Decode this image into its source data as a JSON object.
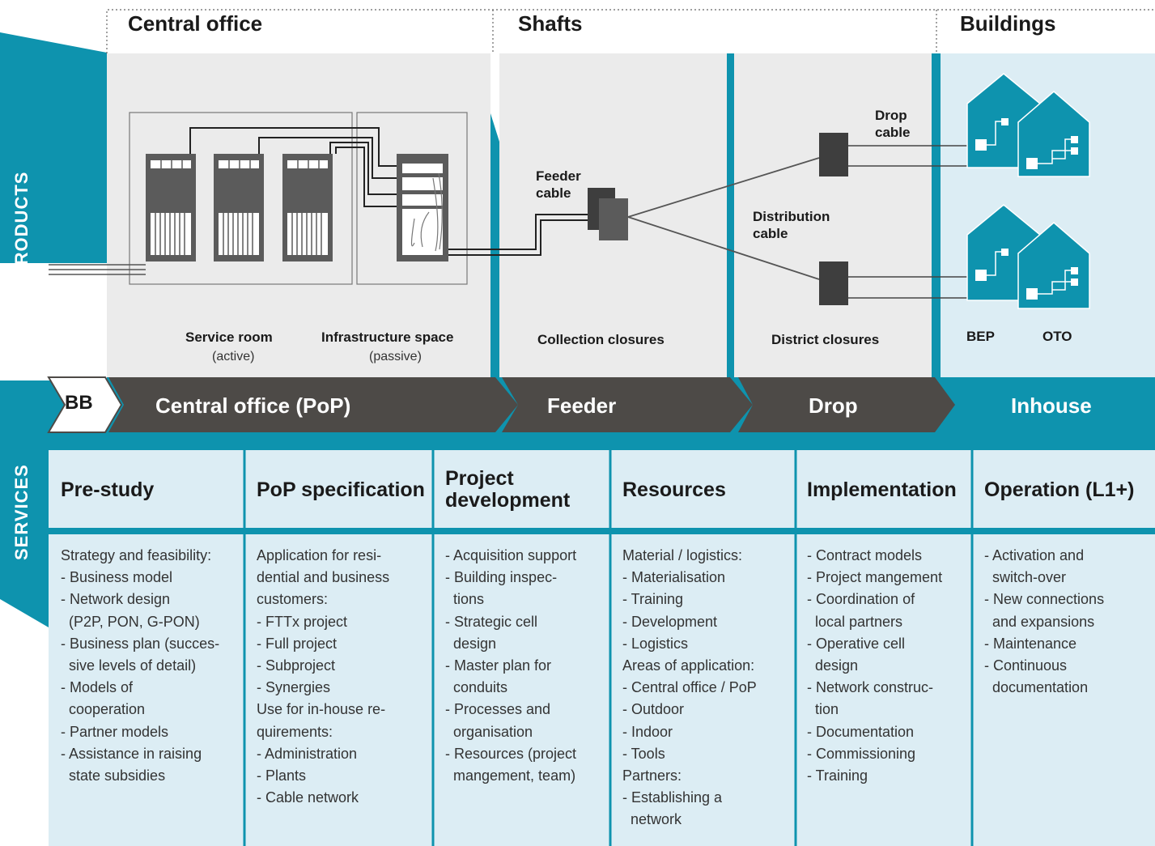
{
  "sections": {
    "central_office": "Central office",
    "shafts": "Shafts",
    "buildings": "Buildings"
  },
  "side_labels": {
    "products": "PRODUCTS",
    "services": "SERVICES"
  },
  "labels": {
    "service_room": "Service room",
    "service_room_sub": "(active)",
    "infrastructure_space": "Infrastructure space",
    "infrastructure_space_sub": "(passive)",
    "feeder_cable": "Feeder cable",
    "drop_cable": "Drop cable",
    "distribution_cable": "Distribution cable",
    "collection_closures": "Collection closures",
    "district_closures": "District closures",
    "bep": "BEP",
    "oto": "OTO"
  },
  "chain": {
    "bb": "BB",
    "central_office_pop": "Central office (PoP)",
    "feeder": "Feeder",
    "drop": "Drop",
    "inhouse": "Inhouse"
  },
  "services": [
    {
      "title": "Pre-study",
      "items": [
        "Strategy and feasibility:",
        "- Business model",
        "- Network design",
        "  (P2P, PON, G-PON)",
        "- Business plan (succes-",
        "  sive levels of detail)",
        "- Models of",
        "  cooperation",
        "- Partner models",
        "- Assistance in raising",
        "  state subsidies"
      ]
    },
    {
      "title": "PoP specification",
      "items": [
        "Application for resi-",
        "dential and business",
        "customers:",
        "- FTTx project",
        "- Full project",
        "- Subproject",
        "- Synergies",
        "Use for in-house re-",
        "quirements:",
        "- Administration",
        "- Plants",
        "- Cable network"
      ]
    },
    {
      "title": "Project development",
      "items": [
        "- Acquisition support",
        "- Building inspec-",
        "  tions",
        "- Strategic cell",
        "  design",
        "- Master plan for",
        "  conduits",
        "- Processes and",
        "  organisation",
        "- Resources (project",
        "  mangement, team)"
      ]
    },
    {
      "title": "Resources",
      "items": [
        "Material / logistics:",
        "- Materialisation",
        "- Training",
        "- Development",
        "- Logistics",
        "Areas of application:",
        "- Central office / PoP",
        "- Outdoor",
        "- Indoor",
        "- Tools",
        "Partners:",
        "- Establishing a",
        "  network"
      ]
    },
    {
      "title": "Implementation",
      "items": [
        "- Contract models",
        "- Project mangement",
        "- Coordination of",
        "  local partners",
        "- Operative cell",
        "  design",
        "- Network construc-",
        "  tion",
        "- Documentation",
        "- Commissioning",
        "- Training"
      ]
    },
    {
      "title": "Operation (L1+)",
      "items": [
        "- Activation and",
        "  switch-over",
        "- New connections",
        "  and expansions",
        "- Maintenance",
        "- Continuous",
        "  documentation"
      ]
    }
  ],
  "colors": {
    "teal": "#0e93ae",
    "dark_arrow": "#4d4a47",
    "panel_gray": "#ebebeb",
    "light_blue": "#dcedf4"
  }
}
